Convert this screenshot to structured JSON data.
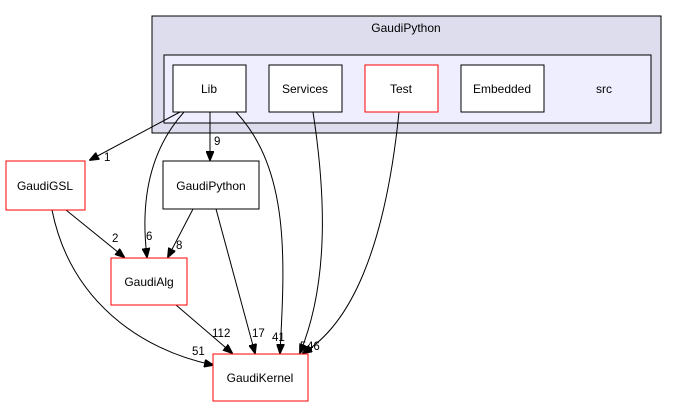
{
  "outer_cluster": {
    "label": "GaudiPython",
    "fill": "#dddded",
    "stroke": "#000000"
  },
  "inner_cluster": {
    "label": "src",
    "fill": "#eeeeff",
    "stroke": "#000000"
  },
  "nodes": {
    "lib": {
      "label": "Lib",
      "stroke": "#000000"
    },
    "services": {
      "label": "Services",
      "stroke": "#000000"
    },
    "test": {
      "label": "Test",
      "stroke": "#ff0000"
    },
    "embedded": {
      "label": "Embedded",
      "stroke": "#000000"
    },
    "gaudigsl": {
      "label": "GaudiGSL",
      "stroke": "#ff0000"
    },
    "gaudipython": {
      "label": "GaudiPython",
      "stroke": "#000000"
    },
    "gaudialg": {
      "label": "GaudiAlg",
      "stroke": "#ff0000"
    },
    "gaudikernel": {
      "label": "GaudiKernel",
      "stroke": "#ff0000"
    }
  },
  "edges": {
    "lib_gaudigsl": "1",
    "lib_gaudipython": "9",
    "lib_gaudialg": "6",
    "lib_gaudikernel": "41",
    "services_gaudikernel": "5",
    "test_gaudikernel": "46",
    "gaudigsl_gaudialg": "2",
    "gaudigsl_gaudikernel": "51",
    "gaudipython_gaudialg": "8",
    "gaudipython_gaudikernel": "17",
    "gaudialg_gaudikernel": "112"
  }
}
